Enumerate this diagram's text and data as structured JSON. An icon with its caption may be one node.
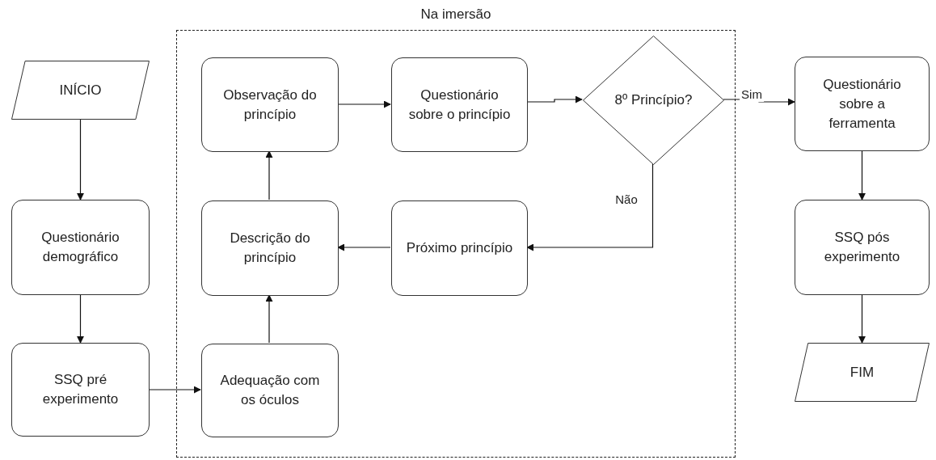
{
  "diagram": {
    "nodes": [
      {
        "text": [
          "Na imersão"
        ]
      },
      {
        "text": [
          "INÍCIO"
        ]
      },
      {
        "text": [
          "Observação do princípio"
        ],
        "in": 0
      },
      {
        "text": [
          "Questionário sobre o princípio"
        ],
        "in": 0
      },
      {
        "text": [
          "8º Princípio?"
        ],
        "in": 0
      },
      {
        "text": [
          "Questionário sobre a ferramenta"
        ]
      },
      {
        "text": [
          "Questionário demográfico"
        ]
      },
      {
        "text": [
          "Descrição do princípio"
        ],
        "in": 0
      },
      {
        "text": [
          "Próximo princípio"
        ],
        "in": 0
      },
      {
        "text": [
          "SSQ pós experimento"
        ]
      },
      {
        "text": [
          "SSQ pré experimento"
        ]
      },
      {
        "text": [
          "Adequação com os óculos"
        ],
        "in": 0
      },
      {
        "text": [
          "FIM"
        ]
      }
    ],
    "edges": [
      {
        "from": 1,
        "to": 6,
        "arrow": "to"
      },
      {
        "from": 6,
        "to": 10,
        "arrow": "to"
      },
      {
        "from": 10,
        "to": 11,
        "arrow": "to"
      },
      {
        "from": 11,
        "to": 7,
        "arrow": "to"
      },
      {
        "from": 7,
        "to": 2,
        "arrow": "to"
      },
      {
        "from": 2,
        "to": 3,
        "arrow": "to"
      },
      {
        "from": 3,
        "to": 4,
        "arrow": "to"
      },
      {
        "from": 4,
        "to": 5,
        "arrow": "to",
        "label": "Sim"
      },
      {
        "from": 4,
        "to": 8,
        "arrow": "to",
        "label": "Não"
      },
      {
        "from": 8,
        "to": 7,
        "arrow": "to"
      },
      {
        "from": 5,
        "to": 9,
        "arrow": "to"
      },
      {
        "from": 9,
        "to": 12,
        "arrow": "to"
      }
    ]
  }
}
